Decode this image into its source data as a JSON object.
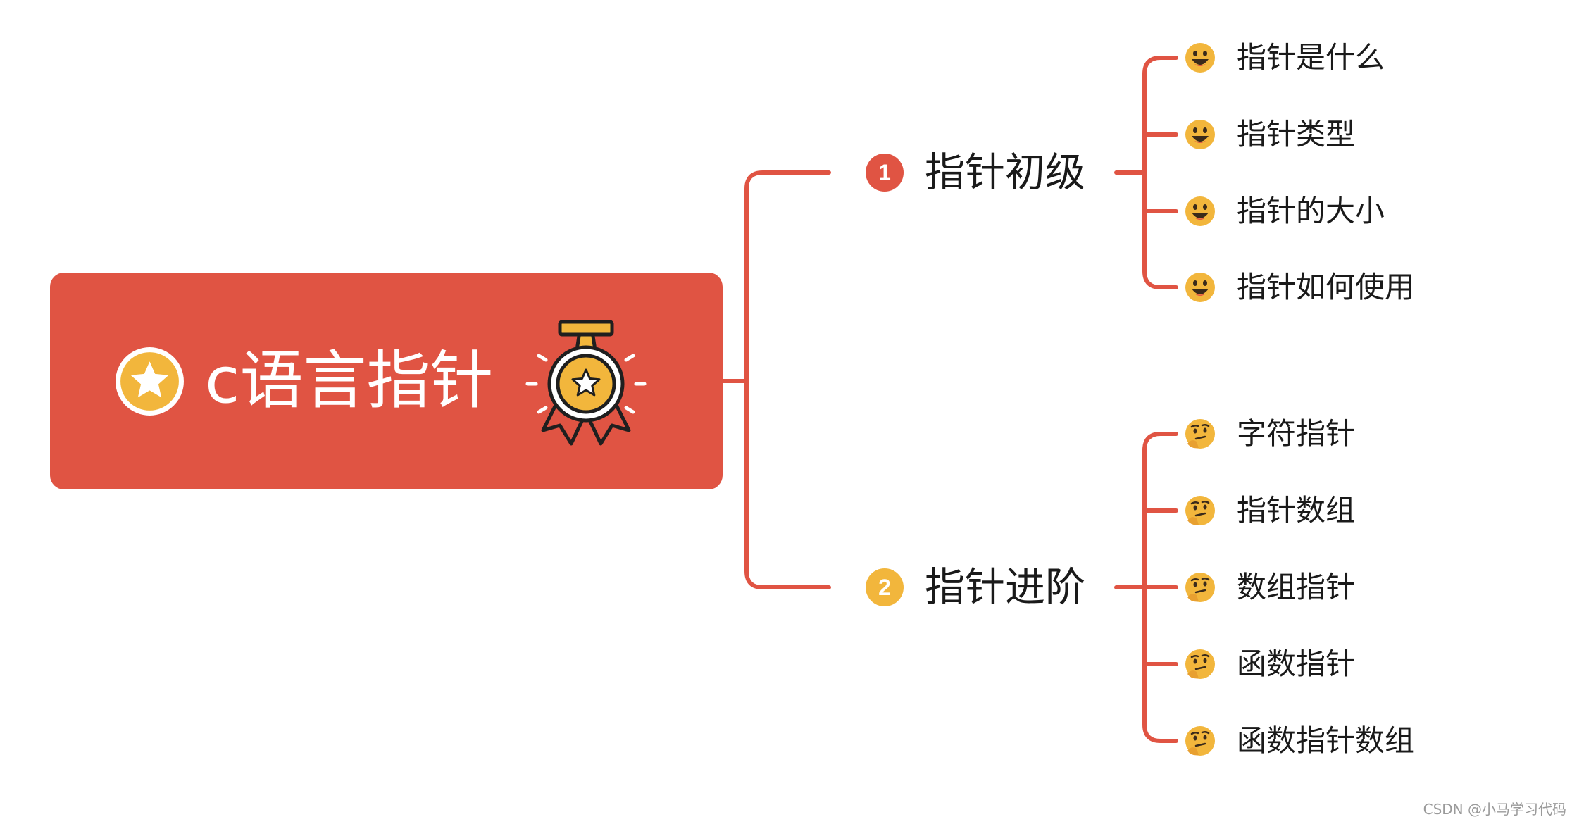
{
  "colors": {
    "accent": "#e05443",
    "badge_gold": "#f2b63c",
    "node_text": "#1a1a1a",
    "background": "#ffffff"
  },
  "root": {
    "title": "c语言指针",
    "badge_icon": "star-badge-icon",
    "medal_icon": "award-medal-icon"
  },
  "branches": [
    {
      "number": "1",
      "number_color": "#e05443",
      "label": "指针初级",
      "leaf_icon": "grinning-face-icon",
      "leaves": [
        "指针是什么",
        "指针类型",
        "指针的大小",
        "指针如何使用"
      ]
    },
    {
      "number": "2",
      "number_color": "#f2b63c",
      "label": "指针进阶",
      "leaf_icon": "thinking-face-icon",
      "leaves": [
        "字符指针",
        "指针数组",
        "数组指针",
        "函数指针",
        "函数指针数组"
      ]
    }
  ],
  "watermark": "CSDN @小马学习代码"
}
